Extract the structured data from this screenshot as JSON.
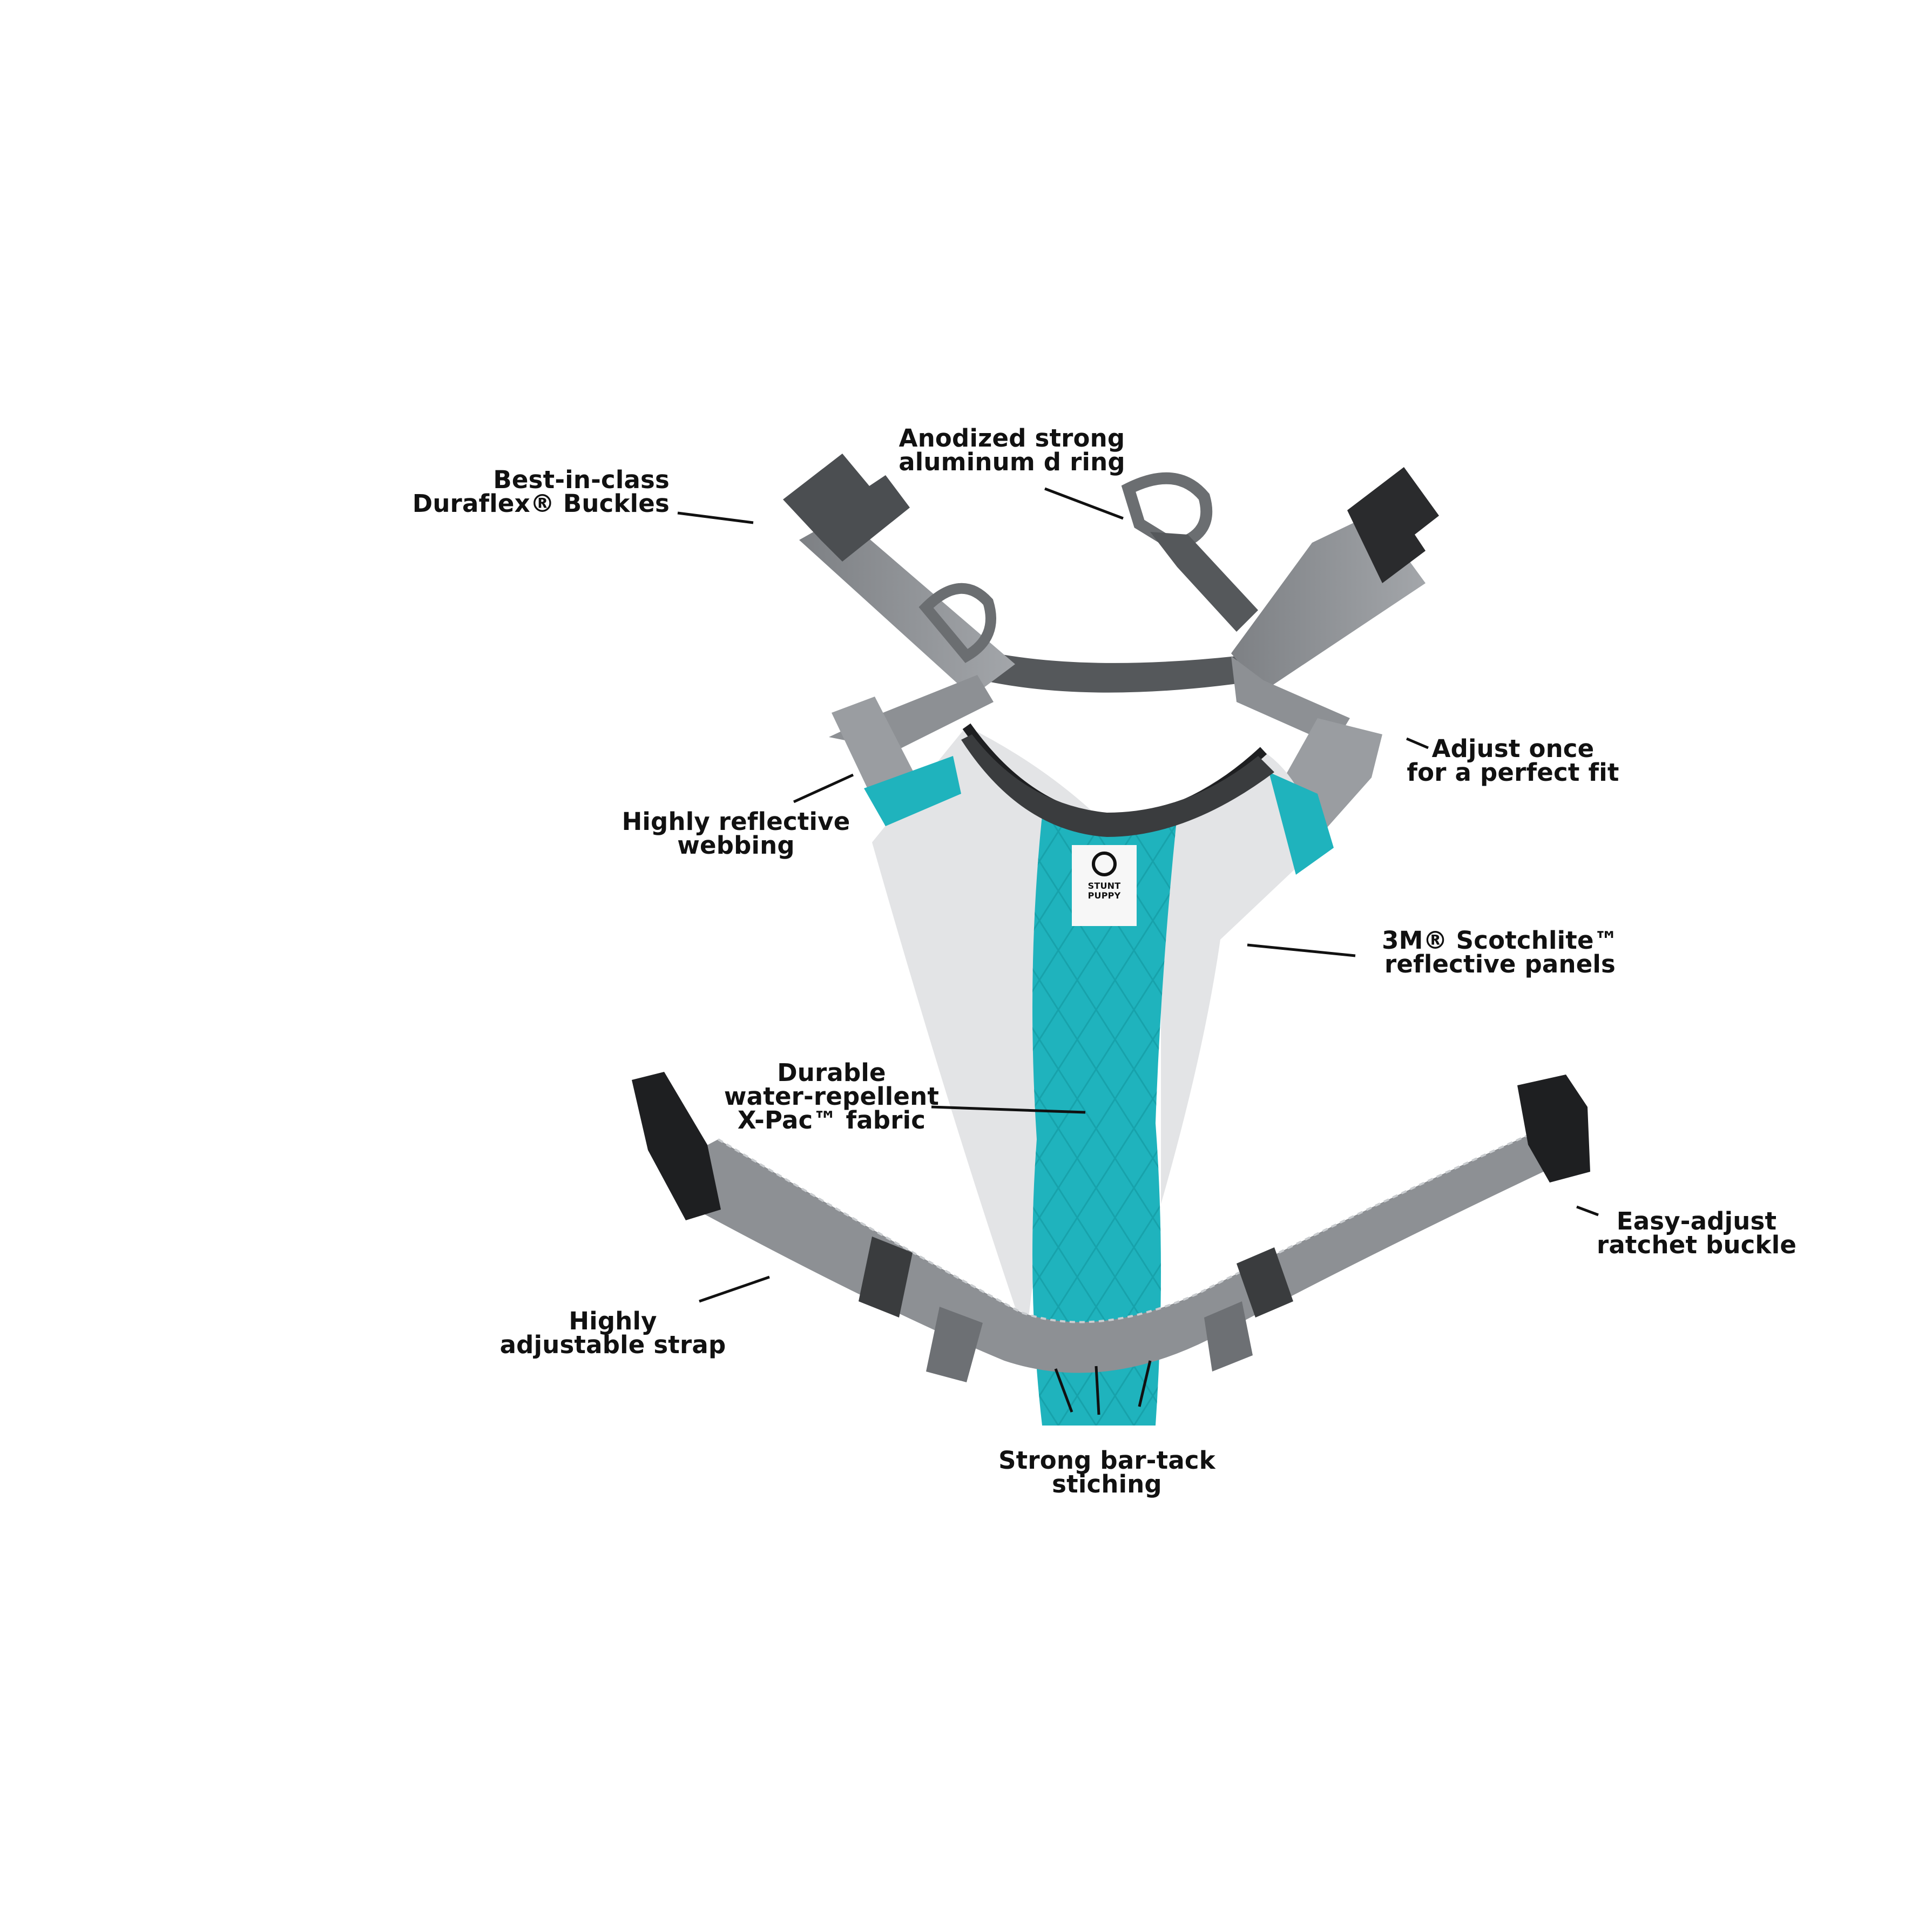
{
  "annotations": [
    {
      "id": "duraflex-buckles",
      "lines": [
        "Best-in-class",
        "Duraflex® Buckles"
      ]
    },
    {
      "id": "d-ring",
      "lines": [
        "Anodized strong",
        "aluminum d ring"
      ]
    },
    {
      "id": "adjust-once",
      "lines": [
        "Adjust once",
        "for a perfect fit"
      ]
    },
    {
      "id": "reflective-webbing",
      "lines": [
        "Highly reflective",
        "webbing"
      ]
    },
    {
      "id": "scotchlite-panels",
      "lines": [
        "3M® Scotchlite™",
        "reflective panels"
      ]
    },
    {
      "id": "xpac-fabric",
      "lines": [
        "Durable",
        "water-repellent",
        "X-Pac™ fabric"
      ]
    },
    {
      "id": "ratchet-buckle",
      "lines": [
        "Easy-adjust",
        "ratchet buckle"
      ]
    },
    {
      "id": "adjustable-strap",
      "lines": [
        "Highly",
        "adjustable strap"
      ]
    },
    {
      "id": "bar-tack",
      "lines": [
        "Strong bar-tack",
        "stiching"
      ]
    }
  ],
  "brand_tag": {
    "lines": [
      "STUNT",
      "PUPPY"
    ]
  },
  "colors": {
    "teal": "#1fb3bd",
    "teal_dark": "#139aa3",
    "reflective": "#e3e4e6",
    "webbing": "#8d9094",
    "webbing_dark": "#5d6064",
    "buckle": "#1e1f21",
    "strap_dark": "#505356"
  }
}
